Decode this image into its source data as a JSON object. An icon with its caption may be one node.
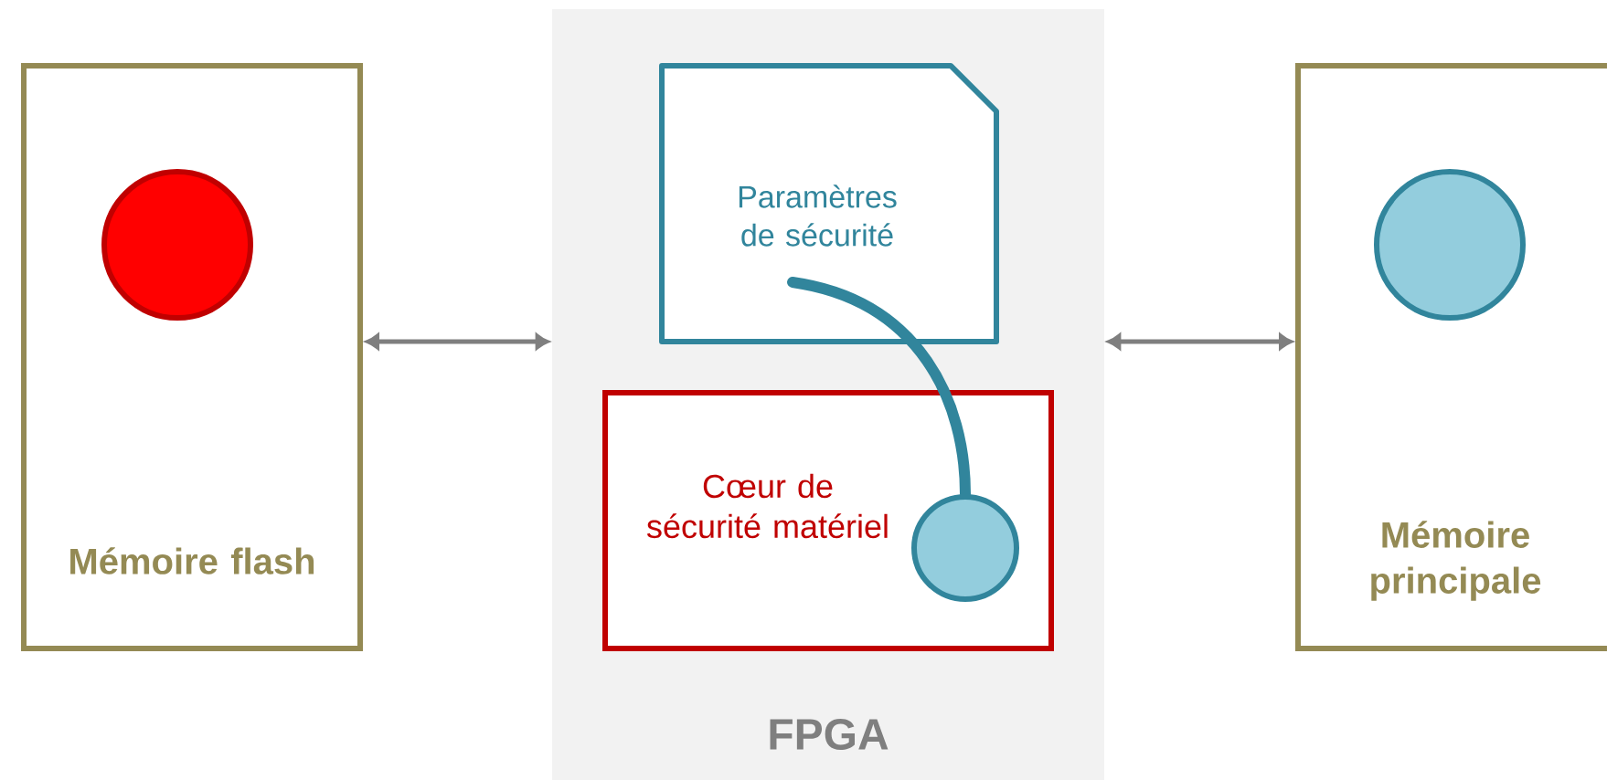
{
  "diagram": {
    "nodes": [
      {
        "text": [
          "Mémoire flash"
        ]
      },
      {
        "text": [],
        "shape": "circle",
        "in": 0
      },
      {
        "text": [
          "FPGA"
        ]
      },
      {
        "text": [
          "Paramètres de sécurité"
        ],
        "in": 2
      },
      {
        "text": [
          "Cœur de sécurité matériel"
        ],
        "in": 2
      },
      {
        "text": [],
        "shape": "circle",
        "in": 4
      },
      {
        "text": [
          "Mémoire principale"
        ]
      },
      {
        "text": [],
        "shape": "circle",
        "in": 6
      }
    ],
    "edges": [
      {
        "from": 0,
        "to": 2,
        "arrow": "both"
      },
      {
        "from": 2,
        "to": 6,
        "arrow": "both"
      },
      {
        "from": 3,
        "to": 5,
        "arrow": "none",
        "style": "thick",
        "color": "#31859c"
      }
    ]
  }
}
